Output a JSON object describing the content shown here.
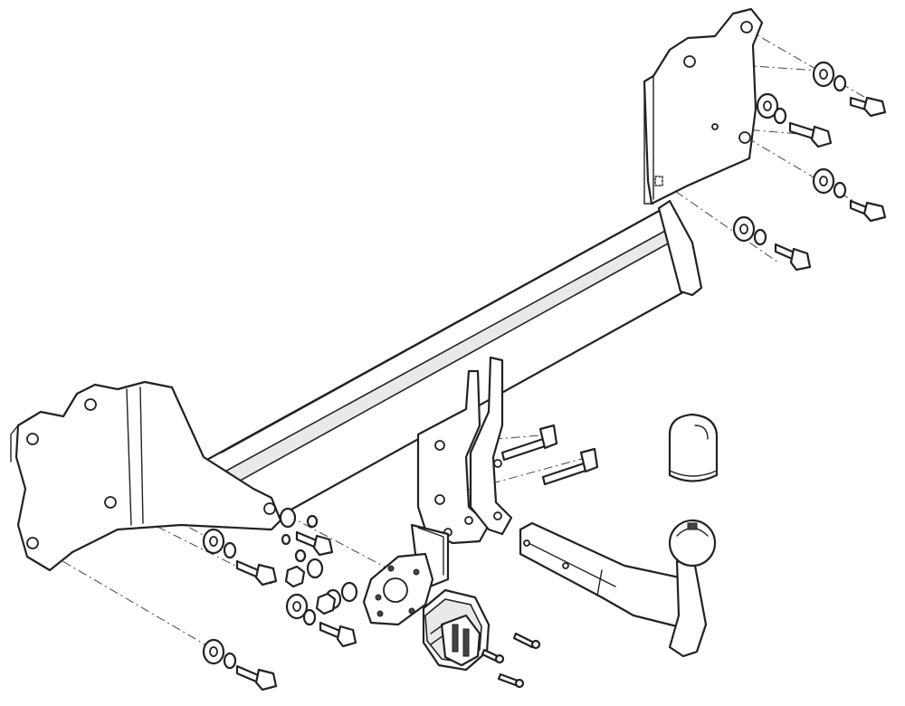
{
  "diagram": {
    "parts": {
      "crossbar": "crossbar",
      "left_bracket": "left-mounting-bracket",
      "right_bracket": "right-mounting-bracket",
      "center_plate": "center-hitch-plate",
      "socket_plate": "socket-mounting-plate",
      "electrical_socket": "electrical-socket",
      "tow_ball_neck": "tow-ball-neck",
      "ball_cap": "ball-protective-cap",
      "bolts": "hex-bolts",
      "washers": "washers",
      "nuts": "hex-nuts",
      "screws": "small-screws"
    }
  }
}
